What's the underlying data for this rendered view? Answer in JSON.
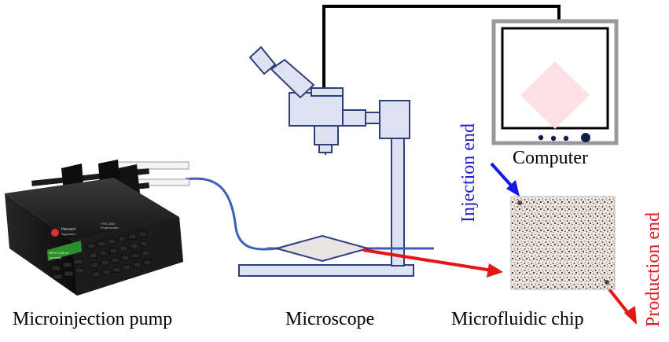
{
  "labels": {
    "pump": "Microinjection pump",
    "microscope": "Microscope",
    "chip": "Microfluidic chip",
    "computer": "Computer",
    "injection_end": "Injection end",
    "production_end": "Production end"
  },
  "pump_panel": {
    "brand": "Harvard",
    "brand_sub": "Apparatus",
    "model": "PHD 2000",
    "model_sub": "Programmable",
    "display_line1": "INFUS 0.000 ml",
    "display_line2": "run ready"
  },
  "colors": {
    "injection_label": "#1f1fd0",
    "production_label": "#d81e1e",
    "injection_arrow": "#1616e6",
    "red_arrow": "#e51616",
    "microscope_fill": "#dde3f2",
    "microscope_stroke": "#2f3f7a",
    "tube": "#3a5fb5",
    "cable": "#000000",
    "monitor_frame": "#9a9a9a",
    "screen_diamond": "#fde0e2"
  }
}
